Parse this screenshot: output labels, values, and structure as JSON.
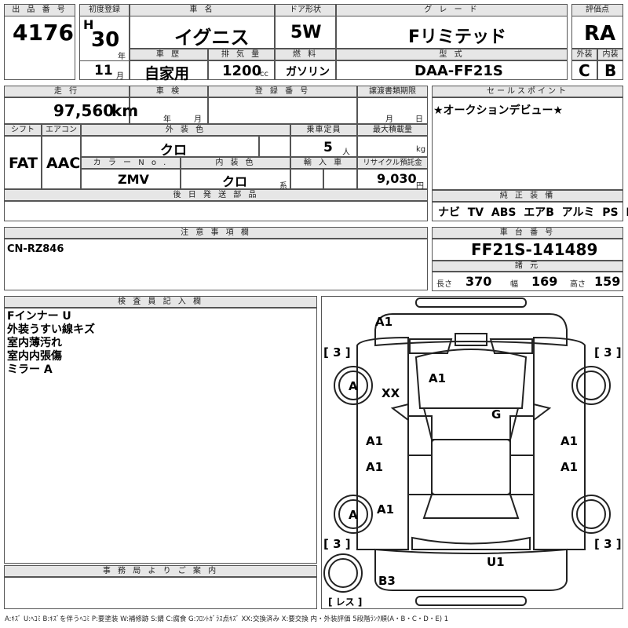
{
  "header": {
    "lot_no_label": "出 品 番 号",
    "lot_no": "4176",
    "first_reg_label": "初度登録",
    "era": "H",
    "year": "30",
    "year_unit": "年",
    "month": "11",
    "month_unit": "月",
    "car_name_label": "車 名",
    "car_name": "イグニス",
    "door_label": "ドア形状",
    "door": "5W",
    "grade_label": "グ レ ー ド",
    "grade": "Fリミテッド",
    "score_label": "評価点",
    "score": "RA",
    "history_label": "車 歴",
    "history": "自家用",
    "displacement_label": "排 気 量",
    "displacement": "1200",
    "displacement_unit": "cc",
    "fuel_label": "燃 料",
    "fuel": "ガソリン",
    "model_label": "型 式",
    "model": "DAA-FF21S",
    "exterior_label": "外装",
    "exterior": "C",
    "interior_label": "内装",
    "interior": "B"
  },
  "details": {
    "mileage_label": "走 行",
    "mileage": "97,560",
    "mileage_unit": "km",
    "inspection_label": "車 検",
    "inspection_year_unit": "年",
    "inspection_month_unit": "月",
    "reg_no_label": "登 録 番 号",
    "transfer_label": "譲渡書類期限",
    "transfer_month_unit": "月",
    "transfer_day_unit": "日",
    "shift_label": "シフト",
    "shift": "FAT",
    "ac_label": "エアコン",
    "ac": "AAC",
    "color_label": "外 装 色",
    "color": "クロ",
    "capacity_label": "乗車定員",
    "capacity": "5",
    "capacity_unit": "人",
    "max_load_label": "最大積載量",
    "max_load_unit": "kg",
    "color_no_label": "カ ラ ー N o .",
    "color_no": "ZMV",
    "int_color_label": "内 装 色",
    "int_color": "クロ",
    "int_color_unit": "系",
    "import_label": "輸 入 車",
    "recycle_label": "リサイクル預託金",
    "recycle": "9,030",
    "recycle_unit": "円",
    "later_parts_label": "後 日 発 送 部 品"
  },
  "sales_point": {
    "label": "セールスポイント",
    "text": "★オークションデビュー★"
  },
  "equipment": {
    "label": "純 正 装 備",
    "items": [
      "ナビ",
      "TV",
      "ABS",
      "エアB",
      "アルミ",
      "PS",
      "PW"
    ]
  },
  "caution": {
    "label": "注 意 事 項 欄",
    "text": "CN-RZ846"
  },
  "chassis": {
    "label": "車 台 番 号",
    "number": "FF21S-141489",
    "specs_label": "諸 元",
    "length_label": "長さ",
    "length": "370",
    "width_label": "幅",
    "width": "169",
    "height_label": "高さ",
    "height": "159"
  },
  "inspector": {
    "label": "検 査 員 記 入 欄",
    "lines": [
      "Fインナー U",
      "外装うすい線キズ",
      "室内薄汚れ",
      "室内内張傷",
      "ミラー A"
    ]
  },
  "office": {
    "label": "事 務 局 よ り ご 案 内"
  },
  "diagram": {
    "marks": {
      "a1_front": "A1",
      "xx": "XX",
      "a1_hood": "A1",
      "g": "G",
      "a_wheel_fl": "A",
      "a_wheel_rl": "A",
      "a1_front_door_left": "A1",
      "a1_front_door_right": "A1",
      "a1_rear_door_left": "A1",
      "a1_rear_door_right": "A1",
      "a1_rear_fender": "A1",
      "u1_rear": "U1",
      "b3_rear": "B3",
      "tire_fl": "[ 3 ]",
      "tire_fr": "[ 3 ]",
      "tire_rl": "[ 3 ]",
      "tire_rr": "[ 3 ]",
      "spare": "[ レス ]"
    }
  },
  "legend": "A:ｷｽﾞ U:ﾍｺﾐ B:ｷｽﾞを伴うﾍｺﾐ P:要塗装 W:補修跡 S:錆 C:腐食 G:ﾌﾛﾝﾄｶﾞﾗｽ点ｷｽﾞ XX:交換済み X:要交換 内・外装評価 5段階ﾗﾝｸ順(A・B・C・D・E) 1"
}
